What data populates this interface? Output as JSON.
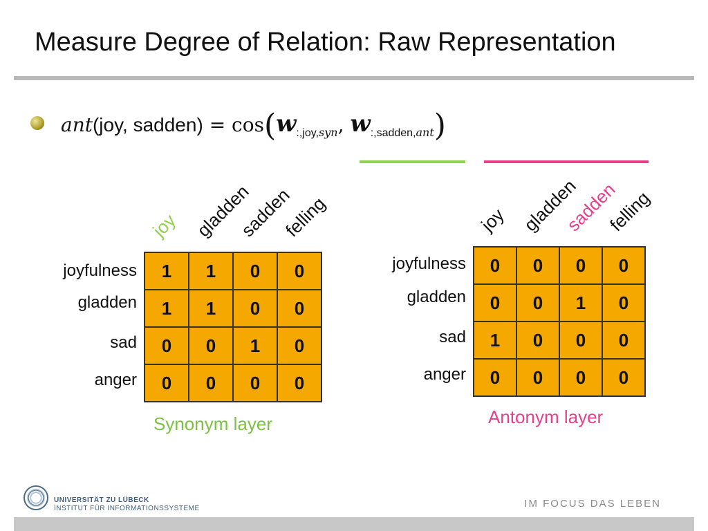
{
  "slide": {
    "title": "Measure Degree of Relation: Raw Representation",
    "formula": {
      "fn": "ant",
      "args": "(joy, sadden)",
      "eq": "= cos",
      "w": "w",
      "sub1": ":,joy,",
      "sub1_it": "syn",
      "sep": ",",
      "sub2": ":,sadden,",
      "sub2_it": "ant"
    },
    "colors": {
      "green": "#92d050",
      "pink": "#e83e8c",
      "cell": "#f5a800"
    }
  },
  "synonym": {
    "columns": [
      "joy",
      "gladden",
      "sadden",
      "felling"
    ],
    "highlight_col": 0,
    "rows": [
      "joyfulness",
      "gladden",
      "sad",
      "anger"
    ],
    "values": [
      [
        "1",
        "1",
        "0",
        "0"
      ],
      [
        "1",
        "1",
        "0",
        "0"
      ],
      [
        "0",
        "0",
        "1",
        "0"
      ],
      [
        "0",
        "0",
        "0",
        "0"
      ]
    ],
    "caption": "Synonym layer"
  },
  "antonym": {
    "columns": [
      "joy",
      "gladden",
      "sadden",
      "felling"
    ],
    "highlight_col": 2,
    "rows": [
      "joyfulness",
      "gladden",
      "sad",
      "anger"
    ],
    "values": [
      [
        "0",
        "0",
        "0",
        "0"
      ],
      [
        "0",
        "0",
        "1",
        "0"
      ],
      [
        "1",
        "0",
        "0",
        "0"
      ],
      [
        "0",
        "0",
        "0",
        "0"
      ]
    ],
    "caption": "Antonym layer"
  },
  "footer": {
    "uni_line1": "UNIVERSITÄT ZU LÜBECK",
    "uni_line2": "INSTITUT FÜR INFORMATIONSSYSTEME",
    "tagline": "IM FOCUS DAS LEBEN"
  }
}
